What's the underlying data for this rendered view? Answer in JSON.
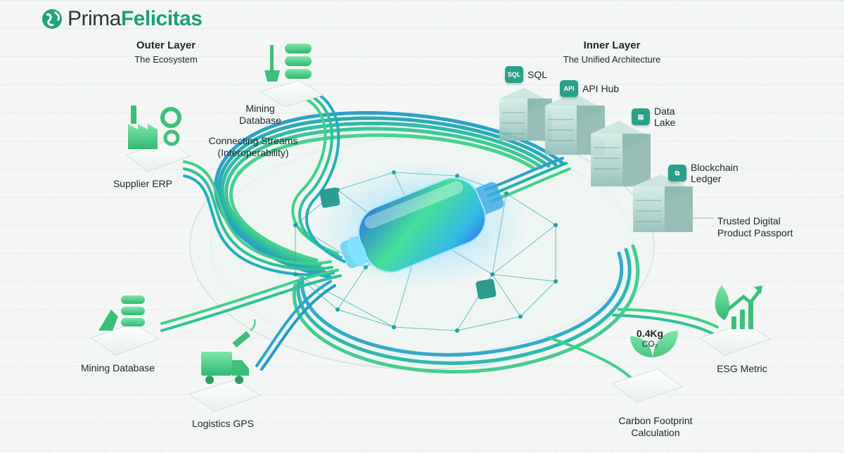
{
  "brand": {
    "part1": "Prima",
    "part2": "Felicitas",
    "accent_color": "#1f9e7a"
  },
  "outer_layer": {
    "title": "Outer Layer",
    "subtitle": "The Ecosystem"
  },
  "inner_layer": {
    "title": "Inner Layer",
    "subtitle": "The Unified Architecture"
  },
  "streams_label": {
    "line1": "Connecting Streams",
    "line2": "(Interoperability)"
  },
  "sources": {
    "mining_top": {
      "line1": "Mining",
      "line2": "Database",
      "icon": "shovel-database-icon"
    },
    "supplier_erp": {
      "label": "Supplier ERP",
      "icon": "factory-gears-icon"
    },
    "mining_bottom": {
      "label": "Mining Database",
      "icon": "shovel-database-icon"
    },
    "logistics": {
      "label": "Logistics GPS",
      "icon": "truck-satellite-icon"
    }
  },
  "architecture": {
    "sql": {
      "badge": "SQL",
      "label": "SQL"
    },
    "api": {
      "badge": "API",
      "label": "API Hub"
    },
    "datalake": {
      "line1": "Data",
      "line2": "Lake"
    },
    "blockchain": {
      "line1": "Blockchain",
      "line2": "Ledger"
    },
    "passport": {
      "line1": "Trusted Digital",
      "line2": "Product Passport"
    }
  },
  "outputs": {
    "carbon": {
      "value": "0.4Kg",
      "unit": "CO₂",
      "line1": "Carbon Footprint",
      "line2": "Calculation",
      "icon": "leaf-sprout-icon"
    },
    "esg": {
      "label": "ESG Metric",
      "icon": "leaf-growth-chart-icon"
    }
  },
  "colors": {
    "stream_green": "#3fd08a",
    "stream_teal": "#1fa6a0",
    "stream_blue": "#2f8fd8",
    "core_blue": "#2e7be0",
    "core_green": "#4fe39a"
  }
}
